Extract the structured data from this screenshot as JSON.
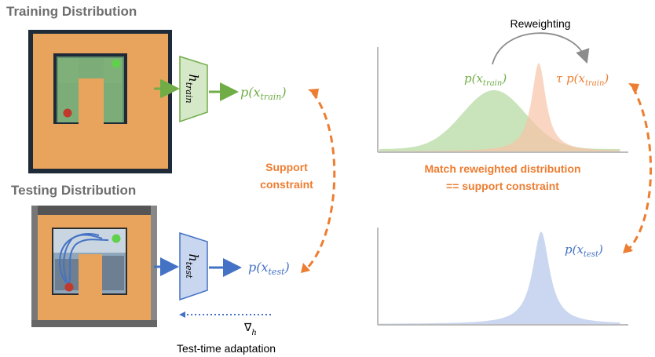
{
  "headings": {
    "train": "Training Distribution",
    "test": "Testing Distribution"
  },
  "encoders": {
    "train_symbol": "h",
    "train_subscript": "train",
    "test_symbol": "h",
    "test_subscript": "test"
  },
  "outputs": {
    "train_prefix": "p(x",
    "train_subscript": "train",
    "train_suffix": ")",
    "test_prefix": "p(x",
    "test_subscript": "test",
    "test_suffix": ")"
  },
  "support_constraint": {
    "line1": "Support",
    "line2": "constraint"
  },
  "gradient": {
    "symbol": "∇",
    "subscript": "h",
    "label": "Test-time adaptation"
  },
  "top_plot": {
    "reweighting_label": "Reweighting",
    "green_label_prefix": "p(x",
    "green_label_subscript": "train",
    "green_label_suffix": ")",
    "orange_label_prefix": "τ p(x",
    "orange_label_subscript": "train",
    "orange_label_suffix": ")"
  },
  "match": {
    "line1": "Match reweighted distribution",
    "line2": "== support constraint"
  },
  "bottom_plot": {
    "label_prefix": "p(x",
    "label_subscript": "test",
    "label_suffix": ")"
  },
  "colors": {
    "green": "#70ad47",
    "blue": "#4472c4",
    "orange": "#ed7d31",
    "maze_orange": "#e8a45c",
    "heading_gray": "#6e6e6e"
  },
  "icons": [
    "maze-train-image",
    "maze-test-image",
    "goal-dot",
    "start-dot"
  ]
}
